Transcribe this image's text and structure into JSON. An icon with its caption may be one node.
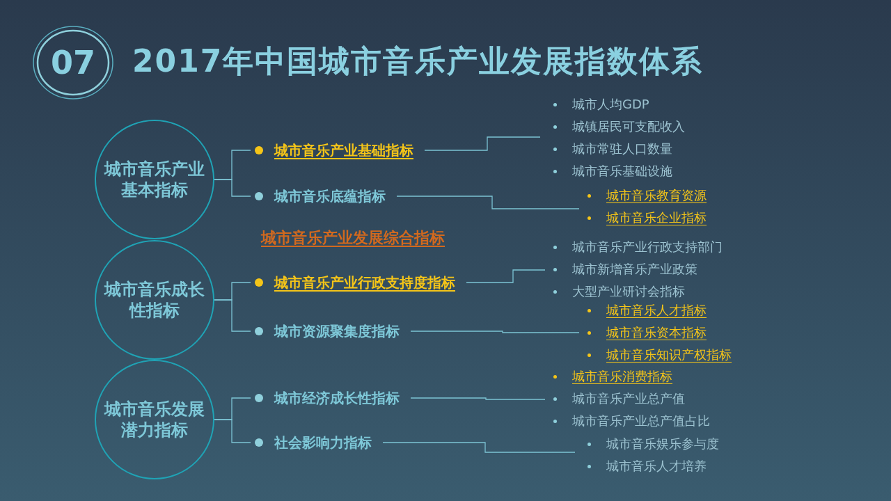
{
  "diagram": {
    "title": "2017年中国城市音乐产业发展指数体系",
    "nodes": [
      {
        "text": [
          "07"
        ]
      },
      {
        "text": [
          "城市音乐产业基本指标"
        ]
      },
      {
        "text": [
          "城市音乐产业基础指标"
        ]
      },
      {
        "text": [
          "城市音乐底蕴指标"
        ]
      },
      {
        "text": [
          "城市音乐成长性指标"
        ]
      },
      {
        "text": [
          "城市音乐产业行政支持度指标"
        ]
      },
      {
        "text": [
          "城市资源聚集度指标"
        ]
      },
      {
        "text": [
          "城市音乐发展潜力指标"
        ]
      },
      {
        "text": [
          "城市经济成长性指标"
        ]
      },
      {
        "text": [
          "社会影响力指标"
        ]
      },
      {
        "text": [
          "城市人均GDP",
          "城镇居民可支配收入",
          "城市常驻人口数量",
          "城市音乐基础设施"
        ]
      },
      {
        "text": [
          "城市音乐教育资源",
          "城市音乐企业指标"
        ]
      },
      {
        "text": [
          "城市音乐产业行政支持部门",
          "城市新增音乐产业政策",
          "大型产业研讨会指标"
        ]
      },
      {
        "text": [
          "城市音乐人才指标",
          "城市音乐资本指标",
          "城市音乐知识产权指标"
        ]
      },
      {
        "text": [
          "城市音乐消费指标"
        ]
      },
      {
        "text": [
          "城市音乐产业总产值",
          "城市音乐产业总产值占比"
        ]
      },
      {
        "text": [
          "城市音乐娱乐参与度",
          "城市音乐人才培养"
        ]
      }
    ],
    "edges": [
      {
        "from": 1,
        "to": 2,
        "arrow": "none"
      },
      {
        "from": 1,
        "to": 3,
        "arrow": "none"
      },
      {
        "from": 4,
        "to": 5,
        "arrow": "none"
      },
      {
        "from": 4,
        "to": 6,
        "arrow": "none"
      },
      {
        "from": 7,
        "to": 8,
        "arrow": "none"
      },
      {
        "from": 7,
        "to": 9,
        "arrow": "none"
      },
      {
        "from": 2,
        "to": 10,
        "arrow": "none"
      },
      {
        "from": 3,
        "to": 11,
        "arrow": "none"
      },
      {
        "from": 5,
        "to": 12,
        "arrow": "none"
      },
      {
        "from": 6,
        "to": 13,
        "arrow": "none"
      },
      {
        "from": 8,
        "to": 15,
        "arrow": "none"
      },
      {
        "from": 9,
        "to": 16,
        "arrow": "none"
      }
    ],
    "labels": [
      "城市音乐产业发展综合指标"
    ]
  }
}
